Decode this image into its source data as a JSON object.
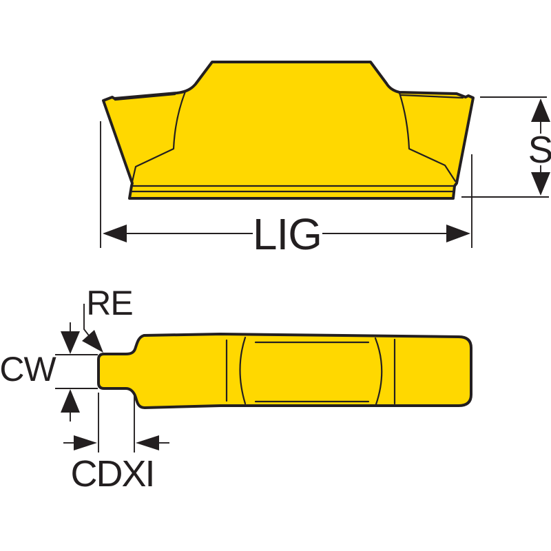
{
  "diagram": {
    "background_color": "#FFFFFF",
    "insert_fill_color": "#FFD800",
    "line_color": "#231F20",
    "dimension_labels": {
      "s": "S",
      "lig": "LIG",
      "re": "RE",
      "cw": "CW",
      "cdxi": "CDXI"
    }
  }
}
